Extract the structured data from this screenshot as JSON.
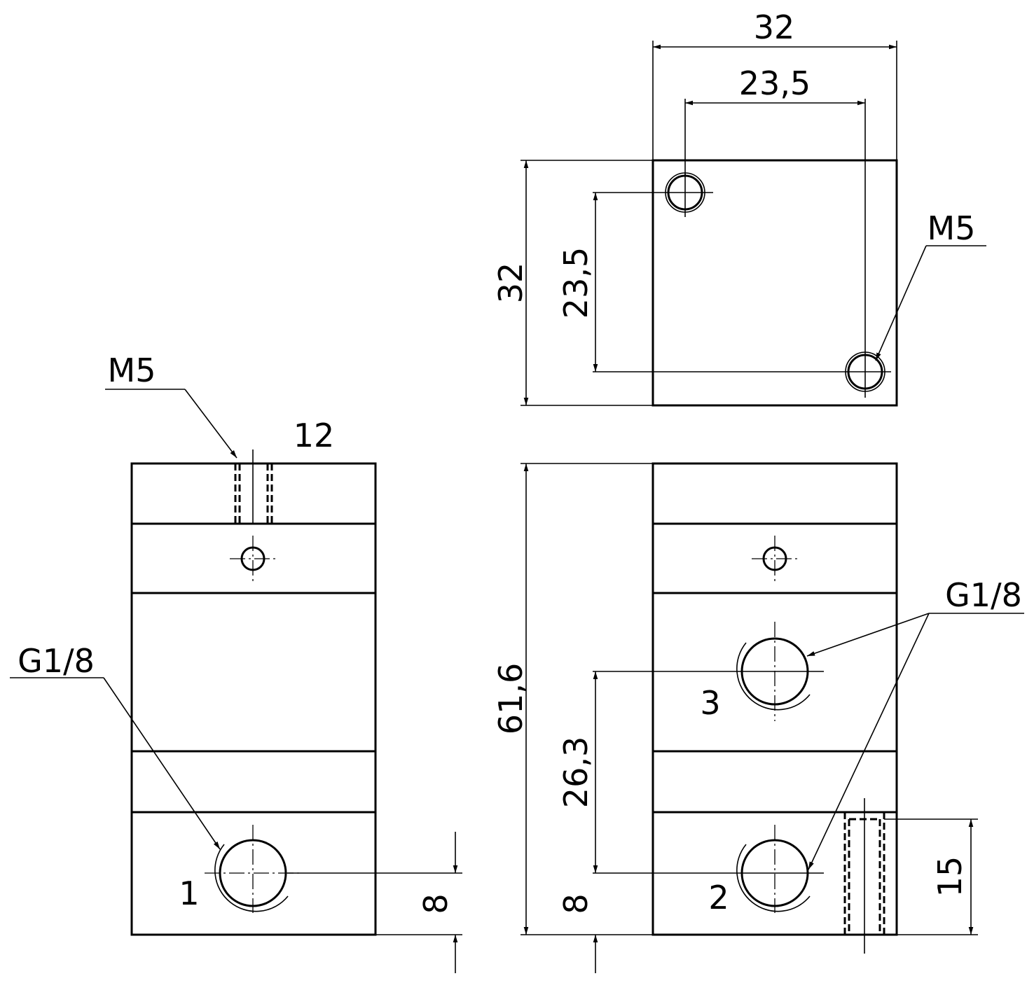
{
  "labels": {
    "top_view_width": "32",
    "top_view_hole_spacing_x": "23,5",
    "top_view_height": "32",
    "top_view_hole_spacing_y": "23,5",
    "top_view_thread": "M5",
    "side_thread": "M5",
    "side_width": "12",
    "side_port_thread": "G1/8",
    "side_port_number": "1",
    "side_port_offset": "8",
    "front_height": "61,6",
    "front_port_thread": "G1/8",
    "front_port_3": "3",
    "front_port_2": "2",
    "front_port_spacing": "26,3",
    "front_port_offset": "8",
    "front_mount_depth": "15"
  }
}
